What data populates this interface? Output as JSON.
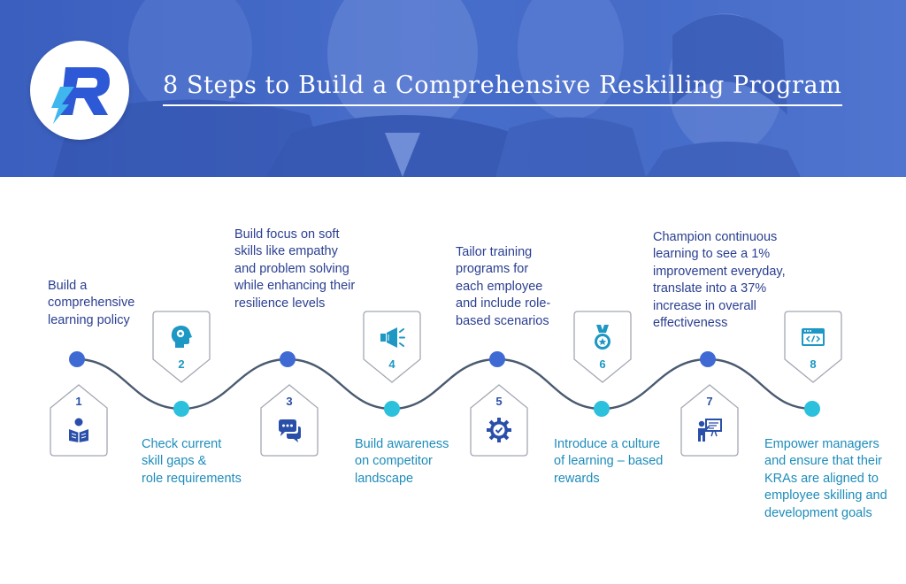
{
  "header": {
    "title": "8 Steps to Build a Comprehensive Reskilling Program",
    "logo_letter": "R"
  },
  "colors": {
    "banner": "#4f74c9",
    "dark_blue": "#2a4fa9",
    "cyan": "#2bc0dc",
    "top_text": "#2a3f91",
    "bottom_text": "#1d8cbb",
    "curve": "#4a5a70"
  },
  "steps": [
    {
      "number": "1",
      "text": "Build  a\ncomprehensive\nlearning policy",
      "icon": "reading-person-icon"
    },
    {
      "number": "2",
      "text": "Check current\nskill gaps &\nrole requirements",
      "icon": "head-gear-icon"
    },
    {
      "number": "3",
      "text": "Build focus on soft\nskills like empathy\nand problem solving\nwhile enhancing their\nresilience levels",
      "icon": "chat-bubbles-icon"
    },
    {
      "number": "4",
      "text": "Build awareness\non competitor\nlandscape",
      "icon": "megaphone-icon"
    },
    {
      "number": "5",
      "text": "Tailor training\nprograms for\neach employee\nand include role-\nbased scenarios",
      "icon": "gear-check-icon"
    },
    {
      "number": "6",
      "text": "Introduce a culture\nof learning – based\nrewards",
      "icon": "medal-icon"
    },
    {
      "number": "7",
      "text": "Champion continuous\nlearning to see  a 1%\nimprovement everyday,\ntranslate into  a 37%\nincrease in overall\neffectiveness",
      "icon": "presentation-board-icon"
    },
    {
      "number": "8",
      "text": "Empower managers\nand ensure that their\nKRAs are aligned to\nemployee skilling and\ndevelopment goals",
      "icon": "code-window-icon"
    }
  ]
}
